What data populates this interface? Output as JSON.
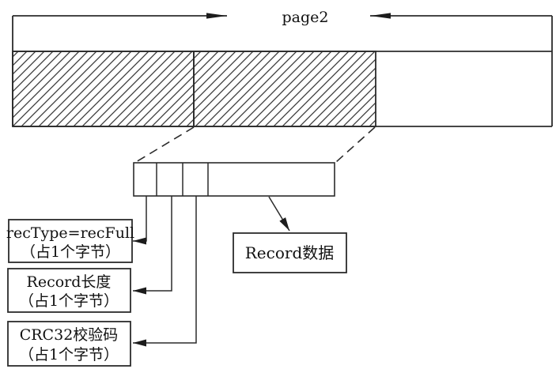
{
  "page": {
    "label": "page2"
  },
  "regions": {
    "used_record_regions": 2,
    "free_region": 1
  },
  "record_detail": {
    "cells": [
      "recType",
      "record-length",
      "crc32",
      "record-data"
    ],
    "callouts": {
      "rec_type": {
        "title": "recType=recFull",
        "subtitle": "（占1个字节）"
      },
      "rec_length": {
        "title": "Record长度",
        "subtitle": "（占1个字节）"
      },
      "crc32": {
        "title": "CRC32校验码",
        "subtitle": "（占1个字节）"
      },
      "record_data": {
        "title": "Record数据"
      }
    }
  },
  "colors": {
    "line": "#2b2b2b",
    "text": "#111111",
    "background": "#ffffff",
    "hatch": "#3a3a3a"
  }
}
